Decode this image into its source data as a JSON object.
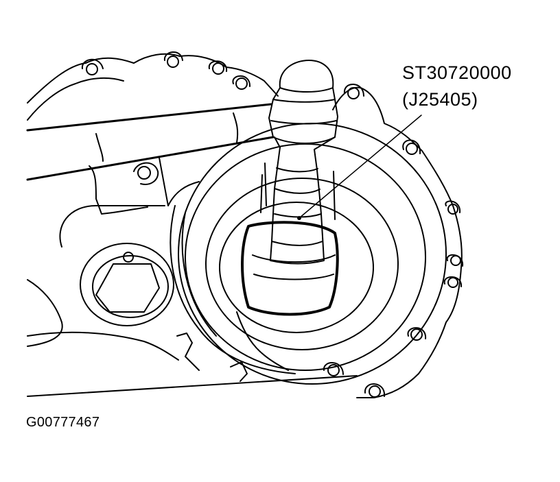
{
  "callout": {
    "tool_number": "ST30720000",
    "alt_number": "(J25405)"
  },
  "figure_id": "G00777467",
  "colors": {
    "line": "#000000",
    "background": "#ffffff"
  }
}
